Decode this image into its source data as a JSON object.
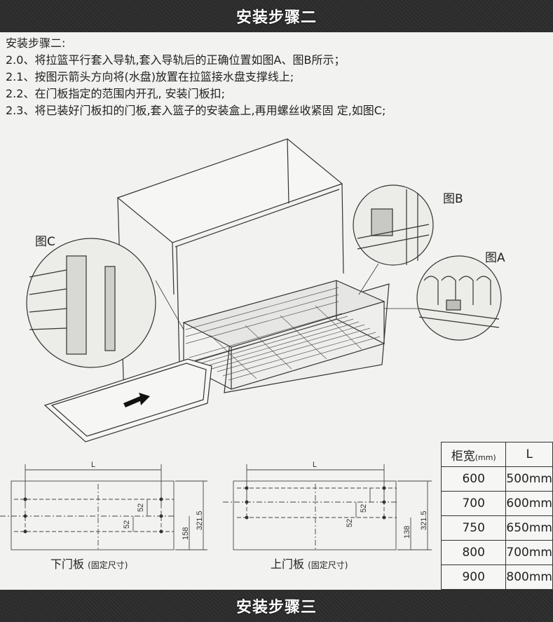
{
  "header": {
    "title": "安装步骤二"
  },
  "footer": {
    "title": "安装步骤三"
  },
  "instructions": {
    "heading": "安装步骤二:",
    "steps": [
      "2.0、将拉篮平行套入导轨,套入导轨后的正确位置如图A、图B所示；",
      "2.1、按图示箭头方向将(水盘)放置在拉篮接水盘支撑线上;",
      "2.2、在门板指定的范围内开孔, 安装门板扣;",
      "2.3、将已装好门板扣的门板,套入篮子的安装盒上,再用螺丝收紧固 定,如图C;"
    ]
  },
  "figure_labels": {
    "fig_c": "图C",
    "fig_b": "图B",
    "fig_a": "图A"
  },
  "drawings": {
    "lower": {
      "title": "下门板",
      "note": "(固定尺寸)",
      "dim_L": "L",
      "dim_52a": "52",
      "dim_52b": "52",
      "dim_158": "158",
      "dim_321": "321.5"
    },
    "upper": {
      "title": "上门板",
      "note": "(固定尺寸)",
      "dim_L": "L",
      "dim_52a": "52",
      "dim_52b": "52",
      "dim_138": "138",
      "dim_321": "321.5"
    }
  },
  "spec_table": {
    "header_width": "柜宽",
    "header_unit": "(mm)",
    "header_L": "L",
    "rows": [
      {
        "width": "600",
        "L": "500mm"
      },
      {
        "width": "700",
        "L": "600mm"
      },
      {
        "width": "750",
        "L": "650mm"
      },
      {
        "width": "800",
        "L": "700mm"
      },
      {
        "width": "900",
        "L": "800mm"
      }
    ]
  }
}
